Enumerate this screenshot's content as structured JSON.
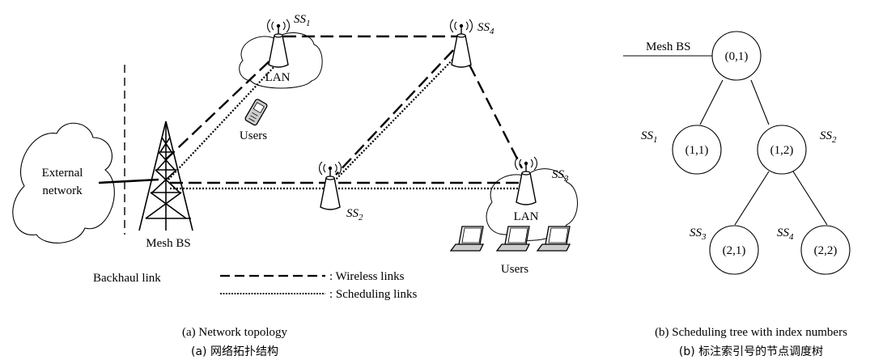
{
  "topology": {
    "external_network_line1": "External",
    "external_network_line2": "network",
    "mesh_bs": "Mesh BS",
    "backhaul_link": "Backhaul link",
    "users_upper": "Users",
    "users_lower": "Users",
    "lan_upper": "LAN",
    "lan_lower": "LAN",
    "ss1": {
      "base": "SS",
      "sub": "1"
    },
    "ss2": {
      "base": "SS",
      "sub": "2"
    },
    "ss3": {
      "base": "SS",
      "sub": "3"
    },
    "ss4": {
      "base": "SS",
      "sub": "4"
    },
    "legend": {
      "wireless": ": Wireless links",
      "scheduling": ": Scheduling links"
    },
    "caption_en": "(a) Network topology",
    "caption_cn": "(a) 网络拓扑结构"
  },
  "tree": {
    "mesh_bs": "Mesh BS",
    "nodes": {
      "root": "(0,1)",
      "n11": "(1,1)",
      "n12": "(1,2)",
      "n21": "(2,1)",
      "n22": "(2,2)"
    },
    "ss1": {
      "base": "SS",
      "sub": "1"
    },
    "ss2": {
      "base": "SS",
      "sub": "2"
    },
    "ss3": {
      "base": "SS",
      "sub": "3"
    },
    "ss4": {
      "base": "SS",
      "sub": "4"
    },
    "caption_en": "(b) Scheduling tree with index numbers",
    "caption_cn": "(b) 标注索引号的节点调度树"
  }
}
